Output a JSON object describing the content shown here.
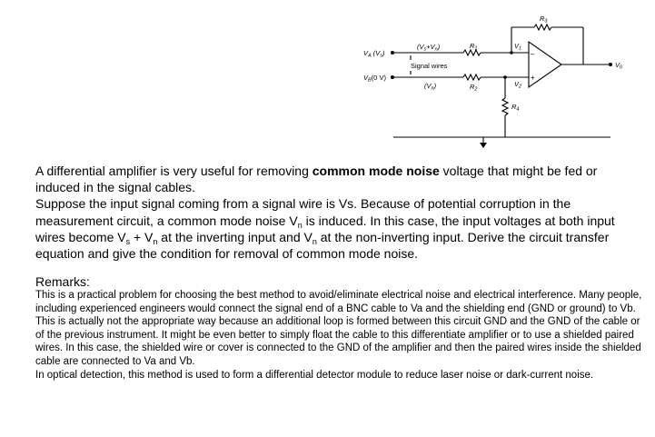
{
  "circuit": {
    "label_r3": "R",
    "label_r3_sub": "3",
    "label_r1": "R",
    "label_r1_sub": "1",
    "label_r2": "R",
    "label_r2_sub": "2",
    "label_r4": "R",
    "label_r4_sub": "4",
    "label_v1": "V",
    "label_v1_sub": "1",
    "label_v2": "V",
    "label_v2_sub": "2",
    "label_vo": "V",
    "label_vo_sub": "0",
    "label_minus": "–",
    "label_plus": "+",
    "label_va": "V",
    "label_va_sub": "A",
    "label_va_paren": " (V",
    "label_va_paren_sub": "s",
    "label_va_close": ")",
    "label_vb": "V",
    "label_vb_sub": "B",
    "label_vb_paren": "(0 V)",
    "label_vs_vn_open": "(V",
    "label_vs_vn_s": "s",
    "label_vs_vn_plus": "+V",
    "label_vs_vn_n": "n",
    "label_vs_vn_close": ")",
    "label_vn_open": "(V",
    "label_vn_n": "n",
    "label_vn_close": ")",
    "label_signal_wires": "Signal wires"
  },
  "paragraph1": {
    "before_bold": "A differential amplifier is very useful for removing ",
    "bold": "common mode noise",
    "after_bold": " voltage that might be fed or induced in the signal cables."
  },
  "paragraph2": {
    "part1": "Suppose the input signal coming from a signal wire is Vs. Because of potential corruption in the measurement circuit, a common mode noise V",
    "sub1": "n",
    "part2": " is induced. In this case, the input voltages at both input wires become V",
    "sub2": "s",
    "part3": " + V",
    "sub3": "n",
    "part4": " at the inverting input and V",
    "sub4": "n",
    "part5": " at the non-inverting input. Derive the circuit transfer equation and give the condition for removal of common mode noise."
  },
  "remarks": {
    "heading": "Remarks:",
    "para1": "This is a practical problem for choosing the best method to avoid/eliminate electrical noise and electrical interference. Many people, including experienced engineers would connect the signal end of a BNC cable to Va and the shielding end (GND or ground) to Vb. This is actually not the appropriate way because an additional loop is formed between this circuit GND and the GND of the cable or of the previous instrument. It might be even better to simply float the cable to this differentiate amplifier or to use a shielded paired wires. In this case, the shielded wire or cover is connected to the GND of the amplifier and then the paired wires inside the shielded cable are connected to Va and Vb.",
    "para2": "In optical detection, this method is used to form a differential detector module to reduce laser noise or dark-current noise."
  }
}
